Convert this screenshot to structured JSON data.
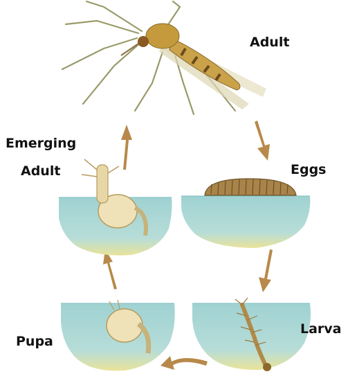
{
  "diagram": {
    "stages": {
      "adult": "Adult",
      "emerging_line1": "Emerging",
      "emerging_line2": "Adult",
      "eggs": "Eggs",
      "larva": "Larva",
      "pupa": "Pupa"
    }
  },
  "colors": {
    "water": "#a9d6d4",
    "water_edge": "#e6e08c",
    "arrow": "#b8894a",
    "insect_body": "#c9a24a",
    "insect_leg": "#9a9a6a",
    "label": "#111111"
  }
}
